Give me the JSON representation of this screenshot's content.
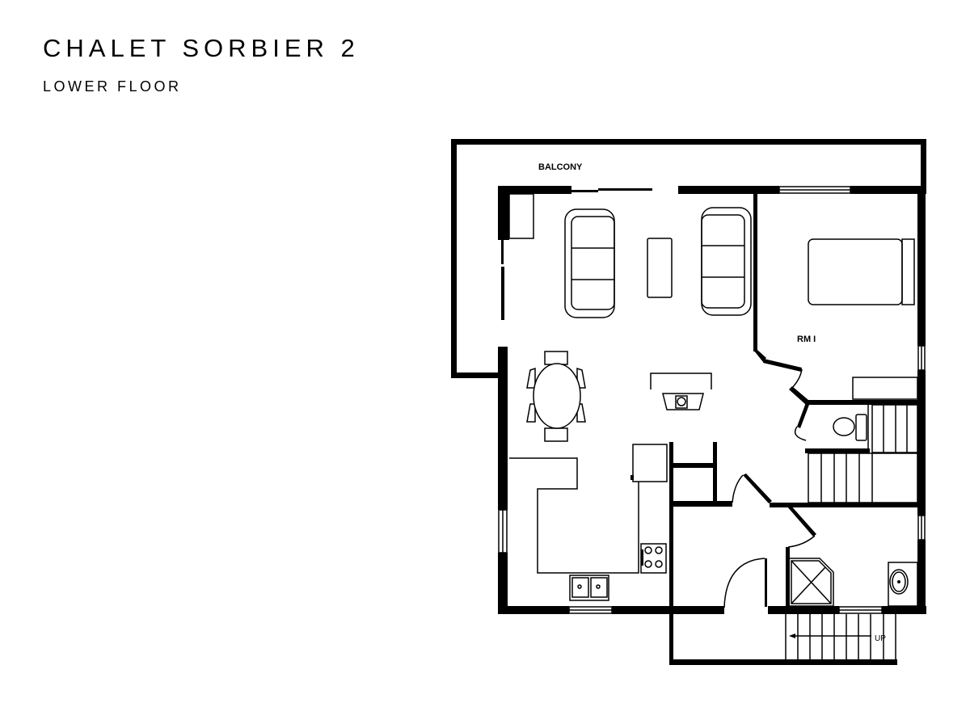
{
  "header": {
    "title": "CHALET SORBIER 2",
    "subtitle": "LOWER FLOOR"
  },
  "plan": {
    "labels": {
      "balcony": "BALCONY",
      "room1": "RM I",
      "stairs_up": "UP"
    },
    "colors": {
      "walls": "#000000",
      "background": "#ffffff"
    }
  }
}
